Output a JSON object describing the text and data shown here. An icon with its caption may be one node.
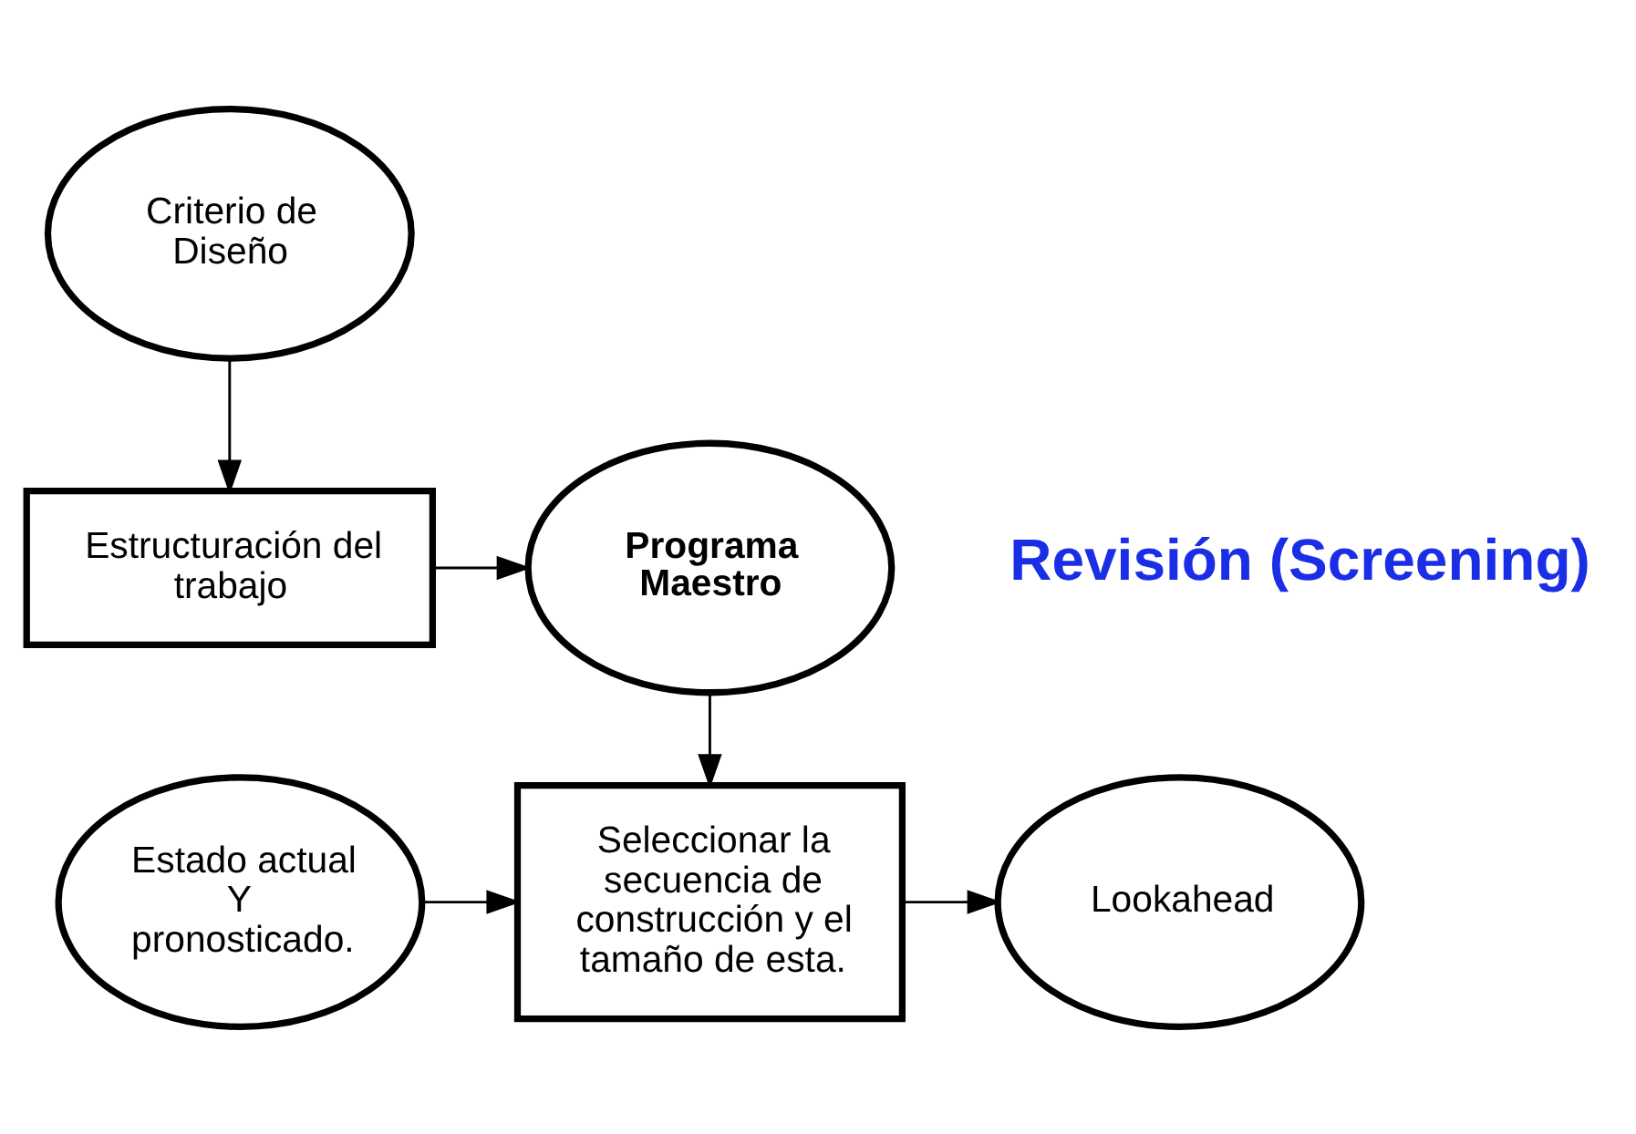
{
  "diagram": {
    "nodes": [
      {
        "text": [
          "Criterio de Diseño"
        ]
      },
      {
        "text": [
          "Estructuración del trabajo"
        ]
      },
      {
        "text": [
          "Programa Maestro"
        ]
      },
      {
        "text": [
          "Estado actual Y pronosticado."
        ]
      },
      {
        "text": [
          "Seleccionar la secuencia de construcción y el tamaño de esta."
        ]
      },
      {
        "text": [
          "Lookahead"
        ]
      }
    ],
    "edges": [
      {
        "from": 0,
        "to": 1,
        "arrow": "to"
      },
      {
        "from": 1,
        "to": 2,
        "arrow": "to"
      },
      {
        "from": 2,
        "to": 4,
        "arrow": "to"
      },
      {
        "from": 3,
        "to": 4,
        "arrow": "to"
      },
      {
        "from": 4,
        "to": 5,
        "arrow": "to"
      }
    ],
    "labels": [
      "Revisión (Screening)"
    ]
  }
}
